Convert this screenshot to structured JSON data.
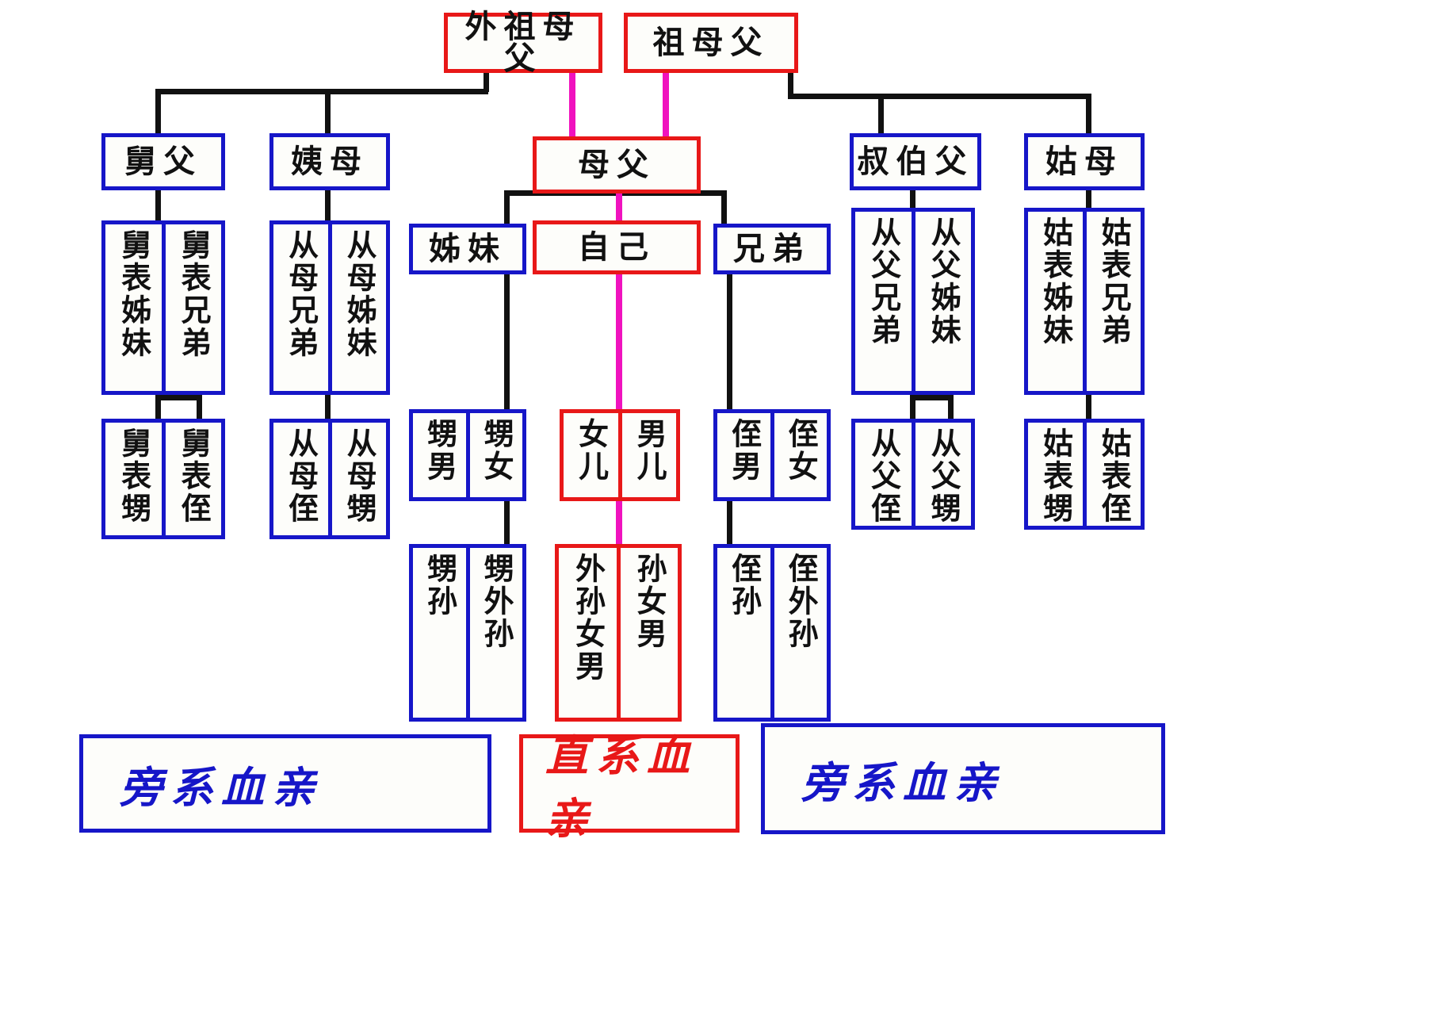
{
  "title": "中国亲属关系图",
  "colors": {
    "collateral_blue": "#1616c8",
    "lineal_red": "#e81818",
    "link_black": "#111111",
    "link_pink": "#f012be",
    "background": "#ffffff"
  },
  "generation_0": {
    "maternal_grandparents": "外祖母父",
    "paternal_grandparents": "祖母父"
  },
  "generation_1": {
    "maternal_uncle": "舅父",
    "maternal_aunt": "姨母",
    "parents": "母父",
    "paternal_uncle": "叔伯父",
    "paternal_aunt": "姑母"
  },
  "generation_2": {
    "maternal_uncle_children": [
      "舅表姊妹",
      "舅表兄弟"
    ],
    "maternal_aunt_children": [
      "从母兄弟",
      "从母姊妹"
    ],
    "elder_sister": "姊妹",
    "self": "自己",
    "brother": "兄弟",
    "paternal_uncle_children": [
      "从父兄弟",
      "从父姊妹"
    ],
    "paternal_aunt_children": [
      "姑表姊妹",
      "姑表兄弟"
    ]
  },
  "generation_3": {
    "maternal_uncle_grandchildren": [
      "舅表甥",
      "舅表侄"
    ],
    "maternal_aunt_grandchildren": [
      "从母侄",
      "从母甥"
    ],
    "sister_children": [
      "甥男",
      "甥女"
    ],
    "own_children": [
      "女儿",
      "男儿"
    ],
    "brother_children": [
      "侄男",
      "侄女"
    ],
    "paternal_uncle_grandchildren": [
      "从父侄",
      "从父甥"
    ],
    "paternal_aunt_grandchildren": [
      "姑表甥",
      "姑表侄"
    ]
  },
  "generation_4": {
    "sister_grandchildren": [
      "甥孙",
      "甥外孙"
    ],
    "own_grandchildren": [
      "外孙女男",
      "孙女男"
    ],
    "brother_grandchildren": [
      "侄孙",
      "侄外孙"
    ]
  },
  "legend": {
    "left": "旁系血亲",
    "center": "直系血亲",
    "right": "旁系血亲"
  }
}
